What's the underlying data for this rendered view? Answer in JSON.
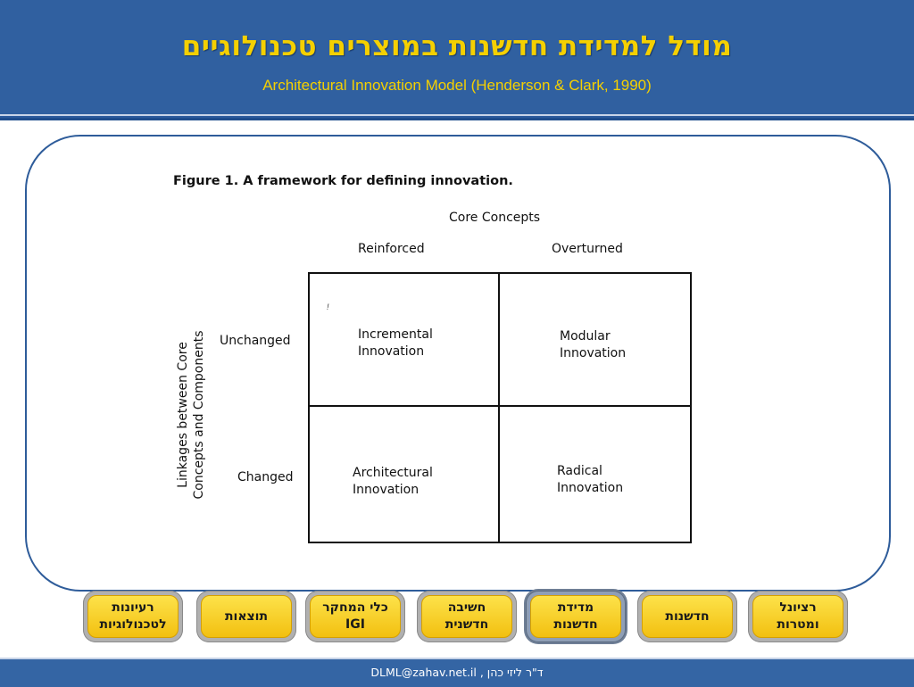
{
  "header": {
    "title": "מודל למדידת חדשנות במוצרים טכנולוגיים",
    "subtitle": "Architectural Innovation Model (Henderson & Clark, 1990)"
  },
  "figure": {
    "caption": "Figure 1.  A framework for defining innovation.",
    "column_axis_label": "Core Concepts",
    "columns": [
      "Reinforced",
      "Overturned"
    ],
    "row_axis_label_line1": "Linkages between Core",
    "row_axis_label_line2": "Concepts and Components",
    "rows": [
      "Unchanged",
      "Changed"
    ],
    "cells": {
      "incremental": {
        "line1": "Incremental",
        "line2": "Innovation"
      },
      "modular": {
        "line1": "Modular",
        "line2": "Innovation"
      },
      "architectural": {
        "line1": "Architectural",
        "line2": "Innovation"
      },
      "radical": {
        "line1": "Radical",
        "line2": "Innovation"
      }
    },
    "tick": "!"
  },
  "nav": {
    "buttons": [
      {
        "line1": "רעיונות",
        "line2": "לטכנולוגיות",
        "active": false
      },
      {
        "line1": "תוצאות",
        "line2": "",
        "active": false
      },
      {
        "line1": "כלי המחקר",
        "line2": "IGI",
        "active": false
      },
      {
        "line1": "חשיבה",
        "line2": "חדשנית",
        "active": false
      },
      {
        "line1": "מדידת",
        "line2": "חדשנות",
        "active": true
      },
      {
        "line1": "חדשנות",
        "line2": "",
        "active": false
      },
      {
        "line1": "רציונל",
        "line2": "ומטרות",
        "active": false
      }
    ]
  },
  "footer": {
    "text": "ד\"ר ליזי כהן , DLML@zahav.net.il"
  },
  "colors": {
    "header_bg": "#3060a0",
    "title_color": "#f5d000",
    "button_face": "#f7cf20",
    "frame_border": "#2e5c9a"
  }
}
